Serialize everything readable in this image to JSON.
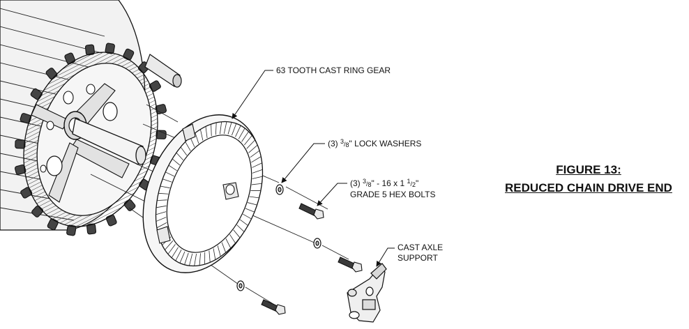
{
  "figure": {
    "title_line1": "FIGURE 13:",
    "title_line2": "REDUCED CHAIN DRIVE END"
  },
  "callouts": {
    "ring_gear": "63 TOOTH CAST RING GEAR",
    "lock_washers": {
      "prefix": "(3) ",
      "frac_num": "3",
      "frac_den": "8",
      "suffix": "\" LOCK WASHERS"
    },
    "hex_bolts": {
      "prefix": "(3) ",
      "frac_num": "3",
      "frac_den": "8",
      "middle": "\" - 16 x 1 ",
      "frac2_num": "1",
      "frac2_den": "2",
      "suffix": "\"",
      "line2": "GRADE 5 HEX BOLTS"
    },
    "axle_support": {
      "line1": "CAST AXLE",
      "line2": "SUPPORT"
    }
  },
  "colors": {
    "ink": "#111111",
    "fill_light": "#f4f4f4",
    "fill_mid": "#d6d6d6",
    "fill_dark": "#9a9a9a"
  }
}
